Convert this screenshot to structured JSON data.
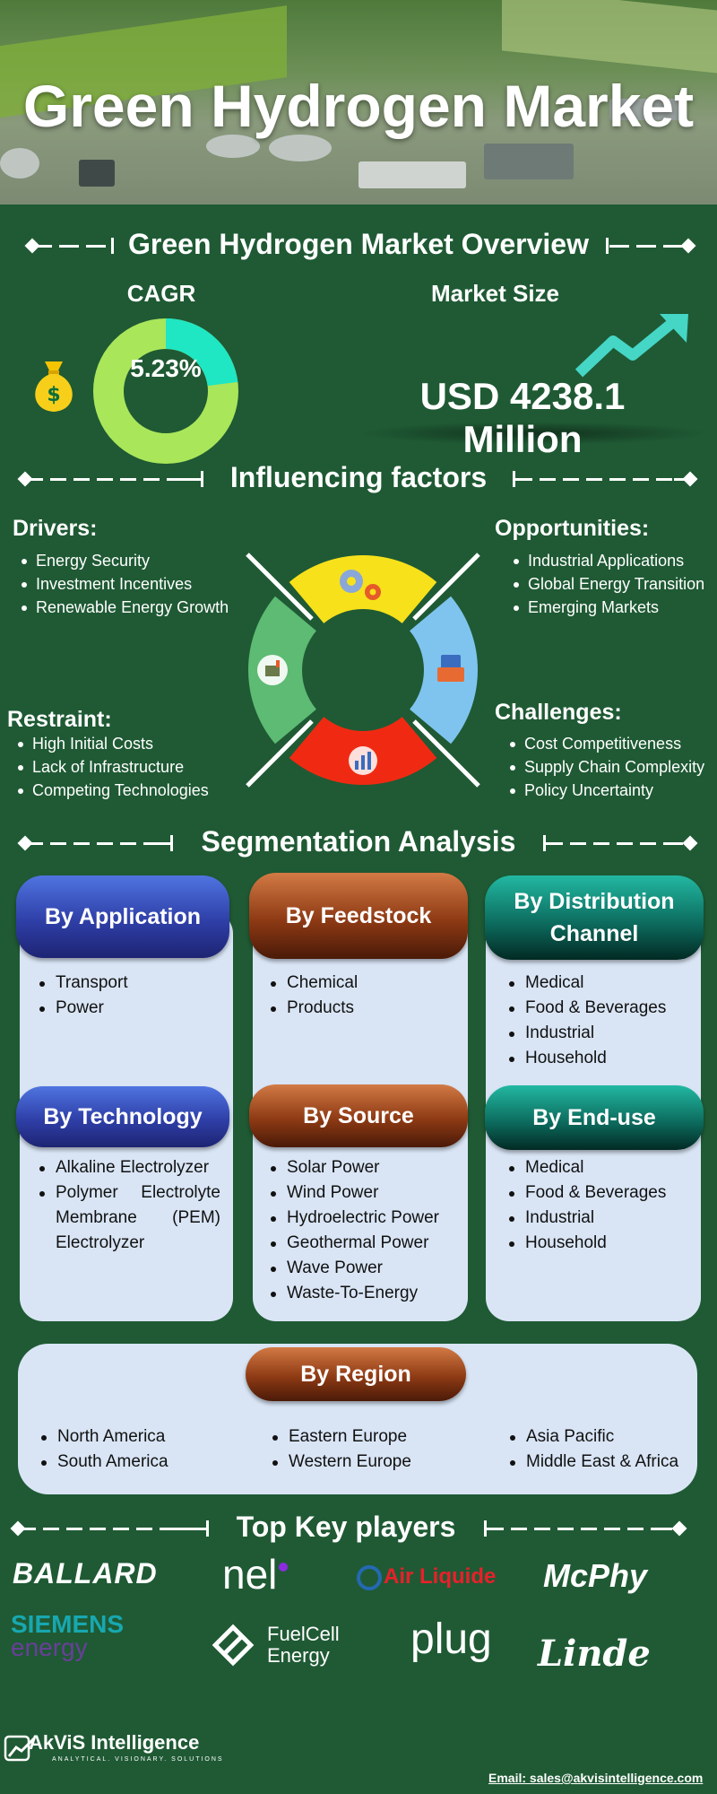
{
  "hero": {
    "title": "Green Hydrogen Market"
  },
  "overview": {
    "heading": "Green Hydrogen Market Overview",
    "cagr_label": "CAGR",
    "cagr_value": "5.23%",
    "cagr_fraction": 0.23,
    "market_size_label": "Market Size",
    "market_size_value": "USD 4238.1 Million",
    "icons": [
      "money-bag-icon",
      "trend-arrow-icon"
    ]
  },
  "factors": {
    "heading": "Influencing factors",
    "drivers": {
      "title": "Drivers:",
      "items": [
        "Energy Security",
        "Investment Incentives",
        "Renewable Energy Growth"
      ]
    },
    "opportunities": {
      "title": "Opportunities:",
      "items": [
        "Industrial Applications",
        "Global Energy Transition",
        "Emerging Markets"
      ]
    },
    "restraint": {
      "title": "Restraint:",
      "items": [
        "High Initial Costs",
        "Lack of Infrastructure",
        "Competing Technologies"
      ]
    },
    "challenges": {
      "title": "Challenges:",
      "items": [
        "Cost Competitiveness",
        "Supply Chain Complexity",
        "Policy Uncertainty"
      ]
    },
    "wheel_colors": {
      "top": "#f7e11b",
      "right": "#7fc4ef",
      "bottom": "#f02a12",
      "left": "#5dbb73"
    }
  },
  "segmentation": {
    "heading": "Segmentation Analysis",
    "application": {
      "title": "By Application",
      "items": [
        "Transport",
        "Power"
      ]
    },
    "feedstock": {
      "title": "By Feedstock",
      "items": [
        "Chemical",
        "Products"
      ]
    },
    "distribution": {
      "title": "By Distribution Channel",
      "items": [
        "Medical",
        "Food & Beverages",
        "Industrial",
        "Household"
      ]
    },
    "technology": {
      "title": "By Technology",
      "items": [
        "Alkaline Electrolyzer",
        "Polymer Electrolyte Membrane (PEM) Electrolyzer"
      ]
    },
    "source": {
      "title": "By Source",
      "items": [
        "Solar Power",
        "Wind Power",
        "Hydroelectric Power",
        "Geothermal Power",
        "Wave Power",
        "Waste-To-Energy"
      ]
    },
    "end_use": {
      "title": "By End-use",
      "items": [
        "Medical",
        "Food & Beverages",
        "Industrial",
        "Household"
      ]
    },
    "region": {
      "title": "By Region",
      "col1": [
        "North America",
        "South America"
      ],
      "col2": [
        "Eastern Europe",
        "Western Europe"
      ],
      "col3": [
        "Asia Pacific",
        "Middle East & Africa"
      ]
    }
  },
  "players": {
    "heading": "Top Key players",
    "logos": [
      "BALLARD",
      "nel",
      "Air Liquide",
      "McPhy",
      "SIEMENS",
      "energy",
      "FuelCell",
      "Energy",
      "plug",
      "Linde"
    ]
  },
  "footer": {
    "brand": "AkViS Intelligence",
    "tagline": "ANALYTICAL. VISIONARY. SOLUTIONS",
    "email": "Email: sales@akvisintelligence.com"
  }
}
